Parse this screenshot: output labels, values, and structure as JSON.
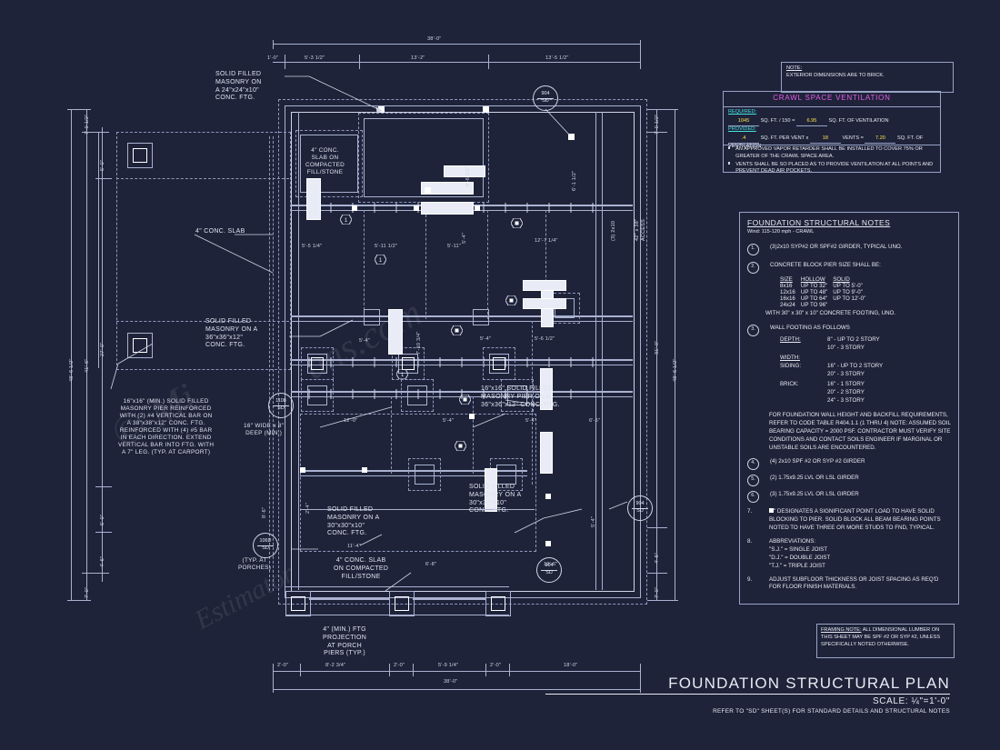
{
  "sheet": {
    "background_color": "#1e2339",
    "line_color": "#aab2d0",
    "title": "FOUNDATION STRUCTURAL PLAN",
    "scale": "SCALE: ¼\"=1'-0\"",
    "reference": "REFER TO \"SD\" SHEET(S) FOR STANDARD DETAILS AND STRUCTURAL NOTES",
    "watermark": [
      "© Mi",
      "ans.com",
      "Estimator"
    ]
  },
  "note_box": {
    "heading": "NOTE:",
    "text": "EXTERIOR DIMENSIONS ARE TO BRICK."
  },
  "crawl_space": {
    "title": "CRAWL SPACE VENTILATION",
    "title_color": "#e85ce8",
    "required_label": "REQUIRED:",
    "required_area": "1045",
    "required_divisor_text": "SQ. FT. / 150 =",
    "required_result": "6.95",
    "required_suffix": "SQ. FT. OF VENTILATION",
    "provided_label": "PROVIDED:",
    "provided_per_vent": ".4",
    "provided_per_vent_text": "SQ. FT. PER VENT x",
    "provided_vents": "18",
    "provided_vents_text": "VENTS =",
    "provided_total": "7.20",
    "provided_suffix": "SQ. FT. OF VENTILATION",
    "bullets": [
      "AN APPROVED VAPOR RETARDER SHALL BE INSTALLED TO COVER 75% OR GREATER OF THE CRAWL SPACE AREA.",
      "VENTS SHALL BE SO PLACED AS TO PROVIDE VENTILATION AT ALL POINTS AND PREVENT DEAD AIR POCKETS."
    ]
  },
  "structural_notes": {
    "title": "FOUNDATION STRUCTURAL NOTES",
    "subtitle": "Wind: 115-120 mph - CRAWL",
    "note1_num": "1.",
    "note1": "(3)2x10 SYP#2 OR SPF#2 GIRDER, TYPICAL UNO.",
    "note2_num": "2.",
    "note2": "CONCRETE BLOCK PIER SIZE SHALL BE:",
    "pier_headers": [
      "SIZE",
      "HOLLOW",
      "SOLID"
    ],
    "pier_rows": [
      [
        "8x16",
        "UP TO 32\"",
        "UP TO 5'-0\""
      ],
      [
        "12x16",
        "UP TO 48\"",
        "UP TO 9'-0\""
      ],
      [
        "16x16",
        "UP TO 64\"",
        "UP TO 12'-0\""
      ],
      [
        "24x24",
        "UP TO 96\"",
        ""
      ]
    ],
    "pier_footing": "WITH 30\" x 30\" x 10\" CONCRETE FOOTING, UNO.",
    "note3_num": "3.",
    "note3": "WALL FOOTING AS FOLLOWS",
    "depth_label": "DEPTH:",
    "depth_rows": [
      "8\" - UP TO 2 STORY",
      "10\" - 3 STORY"
    ],
    "width_label": "WIDTH:",
    "siding_label": "SIDING:",
    "siding_rows": [
      "16\" - UP TO 2 STORY",
      "20\" - 3 STORY"
    ],
    "brick_label": "BRICK:",
    "brick_rows": [
      "16\" - 1 STORY",
      "20\" - 2 STORY",
      "24\" - 3 STORY"
    ],
    "backfill": "FOR FOUNDATION WALL HEIGHT AND BACKFILL REQUIREMENTS, REFER TO CODE TABLE R404.1.1 (1 THRU 4) NOTE: ASSUMED SOIL BEARING CAPACITY = 2000 PSF. CONTRACTOR MUST VERIFY SITE CONDITIONS AND CONTACT SOILS ENGINEER IF MARGINAL OR UNSTABLE SOILS ARE ENCOUNTERED.",
    "note4_num": "4.",
    "note4": "(4) 2x10 SPF #2 OR SYP #2 GIRDER",
    "note5_num": "5.",
    "note5": "(2) 1.75x9.25 LVL OR LSL GIRDER",
    "note6_num": "6.",
    "note6": "(3) 1.75x9.25 LVL OR LSL GIRDER",
    "note7_num": "7.",
    "note7": "\" DESIGNATES A SIGNIFICANT POINT LOAD TO HAVE SOLID BLOCKING TO  PIER. SOLID BLOCK ALL BEAM BEARING POINTS NOTED TO HAVE THREE OR MORE STUDS TO FND, TYPICAL.",
    "note8_num": "8.",
    "note8": "ABBREVIATIONS:",
    "abbreviations": [
      "\"S.J.\" = SINGLE JOIST",
      "\"D.J.\" = DOUBLE JOIST",
      "\"T.J.\" = TRIPLE JOIST"
    ],
    "note9_num": "9.",
    "note9": "ADJUST SUBFLOOR THICKNESS OR JOIST SPACING AS REQ'D FOR FLOOR FINISH MATERIALS."
  },
  "framing_note": {
    "heading": "FRAMING NOTE:",
    "text": " ALL DIMENSIONAL LUMBER ON THIS SHEET MAY BE SPF #2 OR SYP #2, UNLESS SPECIFICALLY NOTED OTHERWISE."
  },
  "plan_callouts": [
    {
      "id": "callout-masonry-24",
      "text": "SOLID FILLED\nMASONRY ON\nA 24\"x24\"x10\"\nCONC. FTG."
    },
    {
      "id": "callout-slab-compacted-top",
      "text": "4\" CONC.\nSLAB ON\nCOMPACTED\nFILL/STONE"
    },
    {
      "id": "callout-conc-slab-left",
      "text": "4\" CONC. SLAB"
    },
    {
      "id": "callout-masonry-36",
      "text": "SOLID FILLED\nMASONRY ON A\n36\"x36\"x12\"\nCONC. FTG."
    },
    {
      "id": "callout-carport-pier",
      "text": "16\"x16\" (MIN.) SOLID FILLED\nMASONRY PIER REINFORCED\nWITH (2) #4 VERTICAL BAR ON\nA 38\"x38\"x12\" CONC. FTG.\nREINFORCED WITH (4) #5 BAR\nIN EACH DIRECTION. EXTEND\nVERTICAL BAR INTO FTG. WITH\nA 7\" LEG. (TYP. AT CARPORT)"
    },
    {
      "id": "callout-pier-16-36",
      "text": "16\"x16\" SOLID FILLED\nMASONRY PIER ON A\n36\"x36\"x12\" CONC. FTG."
    },
    {
      "id": "callout-masonry-30",
      "text": "SOLID FILLED\nMASONRY ON A\n30\"x30\"x10\"\nCONC. FTG."
    },
    {
      "id": "callout-masonry-30-lower",
      "text": "SOLID FILLED\nMASONRY ON A\n30\"x30\"x10\"\nCONC. FTG."
    },
    {
      "id": "callout-slab-compacted-bottom",
      "text": "4\" CONC. SLAB\nON COMPACTED\nFILL/STONE"
    },
    {
      "id": "callout-porch-ftg",
      "text": "4\" (MIN.) FTG\nPROJECTION\nAT PORCH\nPIERS (TYP.)"
    },
    {
      "id": "callout-footing-width",
      "text": "16\" WIDE x 8\"\nDEEP (MIN.)"
    },
    {
      "id": "callout-typ-porches",
      "text": "(TYP. AT\nPORCHES)"
    },
    {
      "id": "callout-access",
      "text": "42\" x 38\"\nACCESS"
    },
    {
      "id": "callout-girder-3-2x10",
      "text": "(3) 2x10"
    }
  ],
  "detail_bubbles": [
    {
      "id": "bubble-904-top",
      "top": "904",
      "bottom": "SD"
    },
    {
      "id": "bubble-1108",
      "top": "1108",
      "bottom": "SD"
    },
    {
      "id": "bubble-904-right",
      "top": "904",
      "bottom": "SD"
    },
    {
      "id": "bubble-106d",
      "top": "106D",
      "bottom": "SD"
    },
    {
      "id": "bubble-904-bottom",
      "top": "904",
      "bottom": "SD"
    }
  ],
  "dimensions": {
    "top_overall": "38'-0\"",
    "top_chain": [
      "1'-0\"",
      "5'-3 1/2\"",
      "13'-2\"",
      "13'-5 1/2\""
    ],
    "bottom_overall": "38'-0\"",
    "bottom_chain": [
      "2'-0\"",
      "8'-2 3/4\"",
      "2'-0\"",
      "5'-9 1/4\"",
      "2'-0\"",
      "18'-0\""
    ],
    "left_overall": "48'-6 1/2\"",
    "left_sub": "41'-6\"",
    "left_chain": [
      "7'-0 1/2\"",
      "5'-0\"",
      "27'-0\"",
      "5'-0\"",
      "4'-6\"",
      "7'-0\""
    ],
    "right_overall": "48'-6 1/2\"",
    "right_chain": [
      "7'-0 1/2\"",
      "31'-0\"",
      "4'-6\"",
      "7'-0\""
    ],
    "interior": [
      "5'-5 1/4\"",
      "5'-11 1/2\"",
      "5'-11\"",
      "12'-7 1/4\"",
      "8'-6 1/2\"",
      "5'-4\"",
      "6'-1 1/2\"",
      "5'-4\"",
      "5'-6 1/2\"",
      "7'-10 3/4\"",
      "5'-4\"",
      "5'-4\"",
      "6'-5\"",
      "12'-0\"",
      "5'-4\"",
      "11'-4\"",
      "6'-8\"",
      "10'-6\"",
      "5'-4\"",
      "2'-4\"",
      "8'-6\""
    ]
  }
}
